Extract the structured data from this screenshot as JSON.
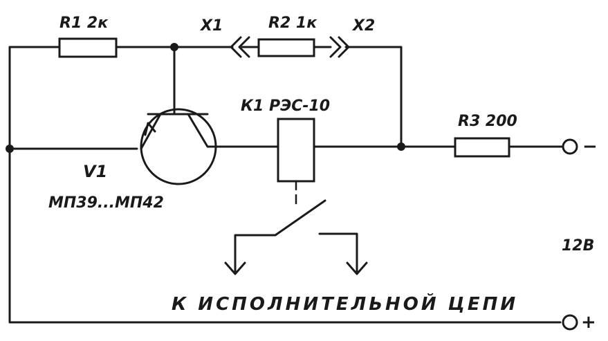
{
  "labels": {
    "r1": "R1 2к",
    "r2": "R2 1к",
    "x1": "X1",
    "x2": "X2",
    "k1": "К1 РЭС-10",
    "r3": "R3 200",
    "v1": "V1",
    "v1_type": "МП39...МП42",
    "supply": "12В",
    "minus": "−",
    "plus": "+",
    "caption": "К ИСПОЛНИТЕЛЬНОЙ ЦЕПИ"
  },
  "colors": {
    "ink": "#1a1a1a",
    "paper": "#ffffff"
  }
}
